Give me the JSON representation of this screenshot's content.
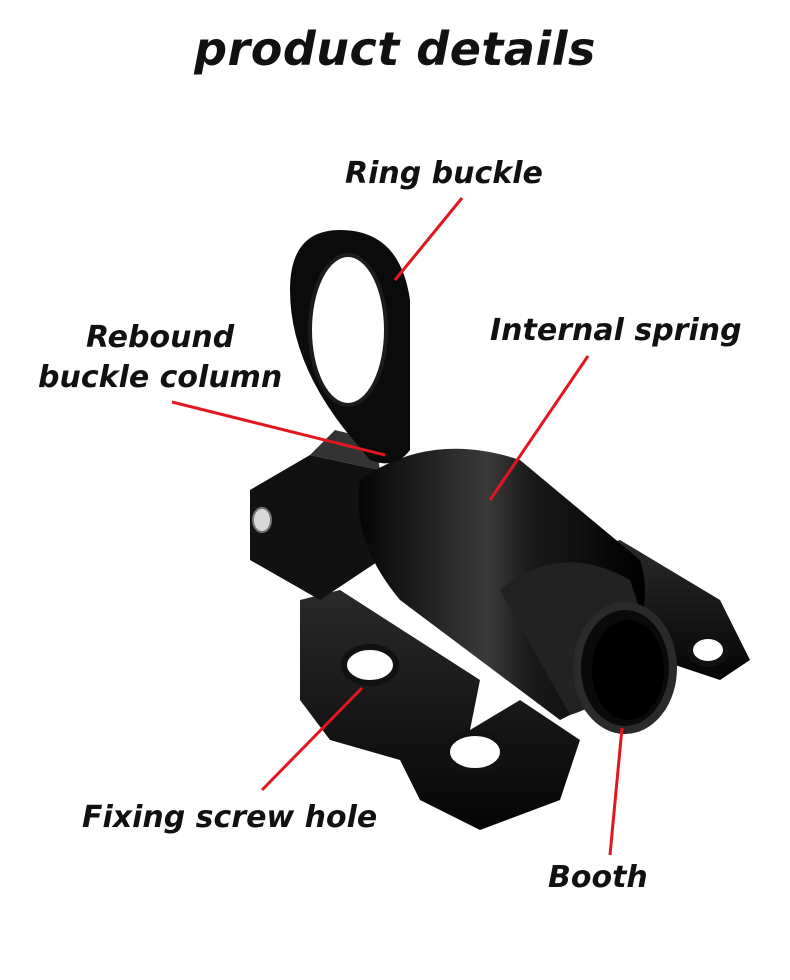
{
  "title": "product details",
  "labels": {
    "ring_buckle": "Ring buckle",
    "internal_spring": "Internal spring",
    "rebound_line1": "Rebound",
    "rebound_line2": "buckle column",
    "fixing_screw_hole": "Fixing screw hole",
    "booth": "Booth"
  },
  "colors": {
    "leader_line": "#e3161f",
    "product": "#0b0b0b",
    "text": "#111111"
  }
}
